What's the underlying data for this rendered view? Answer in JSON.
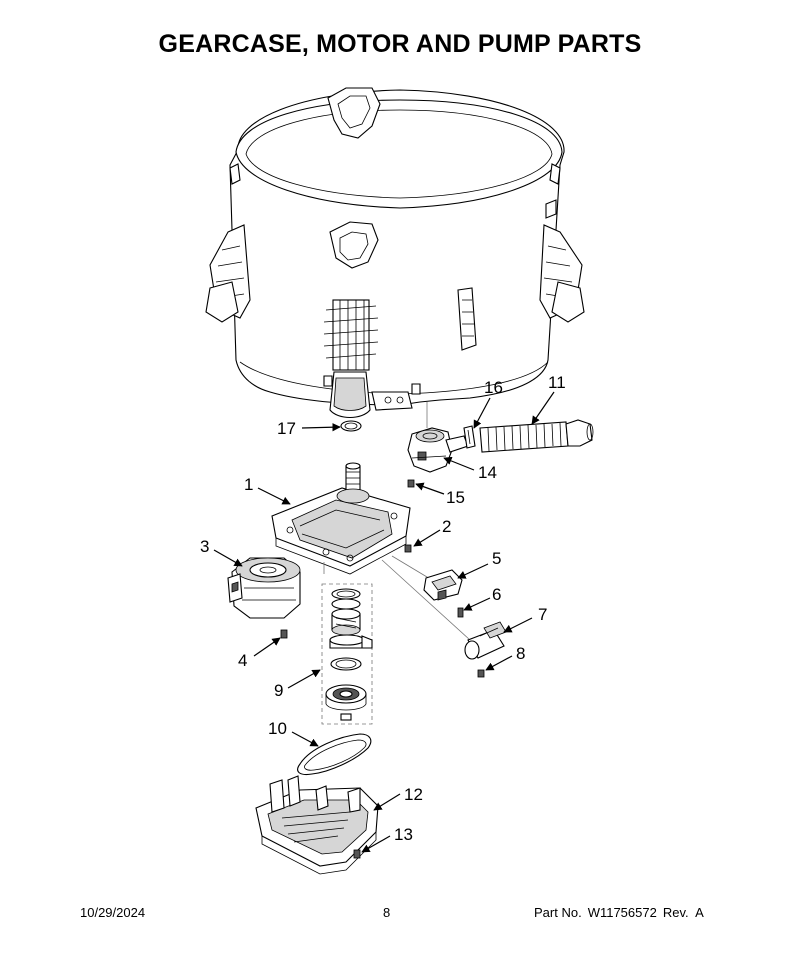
{
  "header": {
    "title": "GEARCASE, MOTOR AND PUMP PARTS"
  },
  "callouts": [
    {
      "id": "c1",
      "label": "1"
    },
    {
      "id": "c2",
      "label": "2"
    },
    {
      "id": "c3",
      "label": "3"
    },
    {
      "id": "c4",
      "label": "4"
    },
    {
      "id": "c5",
      "label": "5"
    },
    {
      "id": "c6",
      "label": "6"
    },
    {
      "id": "c7",
      "label": "7"
    },
    {
      "id": "c8",
      "label": "8"
    },
    {
      "id": "c9",
      "label": "9"
    },
    {
      "id": "c10",
      "label": "10"
    },
    {
      "id": "c11",
      "label": "11"
    },
    {
      "id": "c12",
      "label": "12"
    },
    {
      "id": "c13",
      "label": "13"
    },
    {
      "id": "c14",
      "label": "14"
    },
    {
      "id": "c15",
      "label": "15"
    },
    {
      "id": "c16",
      "label": "16"
    },
    {
      "id": "c17",
      "label": "17"
    }
  ],
  "footer": {
    "date": "10/29/2024",
    "page": "8",
    "part_label": "Part No.",
    "part_number": "W11756572",
    "revision": "Rev.  A"
  }
}
